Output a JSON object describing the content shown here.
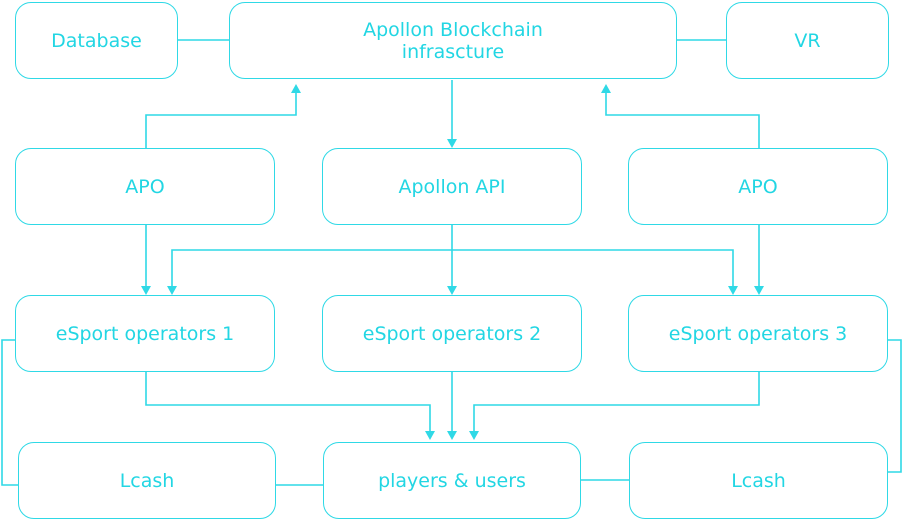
{
  "diagram": {
    "accent_color": "#2fd9e6",
    "nodes": {
      "database": "Database",
      "blockchain": "Apollon Blockchain\ninfrascture",
      "vr": "VR",
      "apo_left": "APO",
      "api": "Apollon API",
      "apo_right": "APO",
      "operators_1": "eSport operators 1",
      "operators_2": "eSport operators 2",
      "operators_3": "eSport operators 3",
      "lcash_left": "Lcash",
      "players": "players & users",
      "lcash_right": "Lcash"
    }
  }
}
